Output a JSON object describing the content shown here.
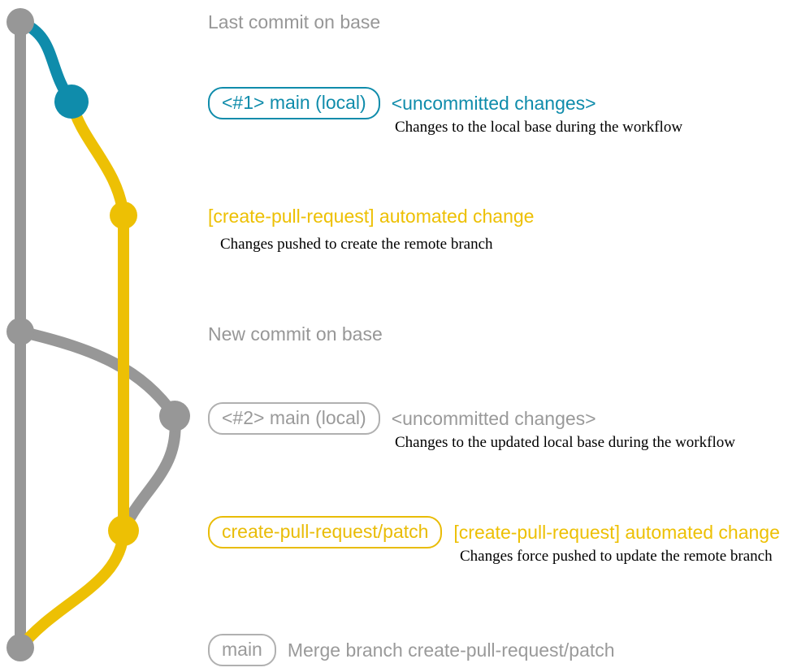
{
  "diagram": {
    "title": "Git create-pull-request workflow branch graph",
    "colors": {
      "base": "#979797",
      "local_branch": "#0f8cab",
      "patch_branch": "#edc004",
      "caption_text": "#000000",
      "background": "#ffffff"
    },
    "lane_names": [
      "base",
      "local",
      "patch"
    ]
  },
  "nodes": [
    {
      "id": "base-1",
      "label": "Last commit on base",
      "color": "base"
    },
    {
      "id": "local-1",
      "label": "<#1> main (local)",
      "color": "local_branch"
    },
    {
      "id": "patch-1",
      "label": "[create-pull-request] automated change",
      "color": "patch_branch"
    },
    {
      "id": "base-2",
      "label": "New commit on base",
      "color": "base"
    },
    {
      "id": "local-2",
      "label": "<#2> main (local)",
      "color": "base"
    },
    {
      "id": "patch-2",
      "label": "create-pull-request/patch",
      "color": "patch_branch"
    },
    {
      "id": "base-3",
      "label": "main",
      "color": "base"
    }
  ],
  "rows": [
    {
      "id": "row-last-commit",
      "kind": "headline",
      "headline": "Last commit on base"
    },
    {
      "id": "row-local-1",
      "kind": "pill",
      "pill": "<#1> main (local)",
      "subject": "<uncommitted changes>",
      "caption": "Changes to the local base during the workflow"
    },
    {
      "id": "row-patch-1",
      "kind": "headline",
      "headline": "[create-pull-request] automated change",
      "caption": "Changes pushed to create the remote branch"
    },
    {
      "id": "row-new-commit",
      "kind": "headline",
      "headline": "New commit on base"
    },
    {
      "id": "row-local-2",
      "kind": "pill",
      "pill": "<#2> main (local)",
      "subject": "<uncommitted changes>",
      "caption": "Changes to the updated local base during the workflow"
    },
    {
      "id": "row-patch-2",
      "kind": "pill",
      "pill": "create-pull-request/patch",
      "subject": "[create-pull-request] automated change",
      "caption": "Changes force pushed to update the remote branch"
    },
    {
      "id": "row-merge",
      "kind": "pill",
      "pill": "main",
      "subject": "Merge branch create-pull-request/patch"
    }
  ]
}
